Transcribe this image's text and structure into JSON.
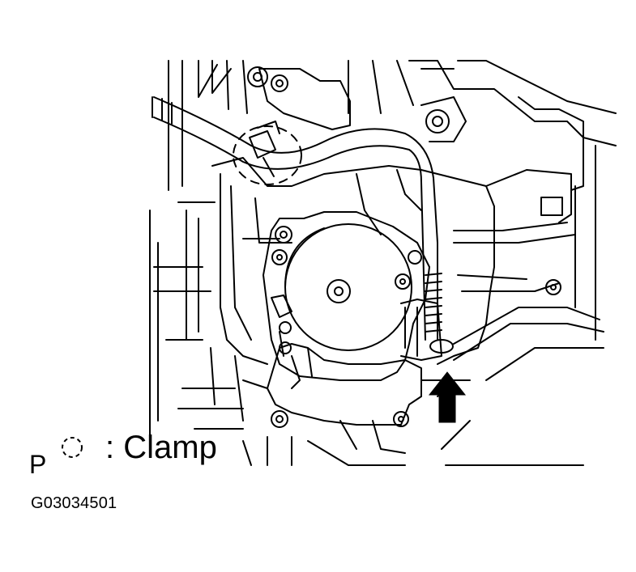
{
  "legend": {
    "letter": "P",
    "icon": "dashed-circle-clamp-icon",
    "text": ": Clamp"
  },
  "figure_code": "G03034501"
}
